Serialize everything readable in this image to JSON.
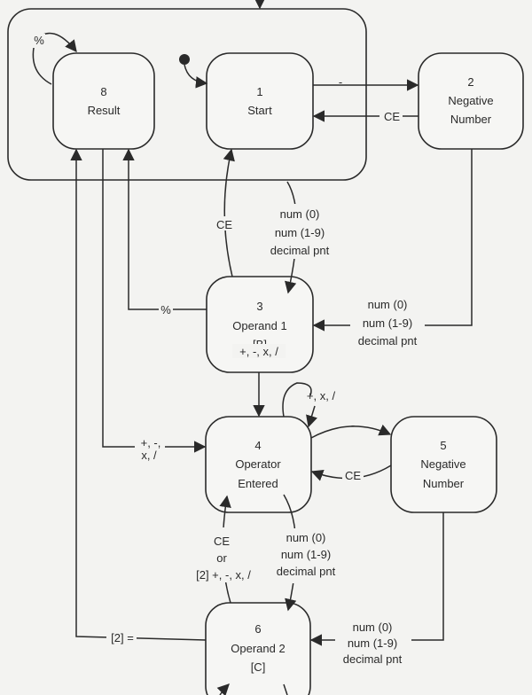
{
  "states": [
    {
      "id": "8",
      "lines": [
        "8",
        "Result"
      ]
    },
    {
      "id": "1",
      "lines": [
        "1",
        "Start"
      ]
    },
    {
      "id": "2",
      "lines": [
        "2",
        "Negative",
        "Number"
      ]
    },
    {
      "id": "3",
      "lines": [
        "3",
        "Operand 1",
        "[B]"
      ]
    },
    {
      "id": "4",
      "lines": [
        "4",
        "Operator",
        "Entered"
      ]
    },
    {
      "id": "5",
      "lines": [
        "5",
        "Negative",
        "Number"
      ]
    },
    {
      "id": "6",
      "lines": [
        "6",
        "Operand 2",
        "[C]"
      ]
    }
  ],
  "transitions": {
    "result_self": "%",
    "start_to_neg": "-",
    "neg_to_start": "CE",
    "op1_to_start": "CE",
    "start_to_op1": [
      "num (0)",
      "num (1-9)",
      "decimal pnt"
    ],
    "op1_to_result": "%",
    "neg_to_op1": [
      "num (0)",
      "num (1-9)",
      "decimal pnt"
    ],
    "op1_to_operator": "+, -, x, /",
    "operator_self": "+, x, /",
    "result_to_operator": [
      "+, -,",
      "x, /"
    ],
    "operator_to_neg": "-",
    "neg2_to_operator": "CE",
    "op2_to_operator": [
      "CE",
      "or",
      "[2] +, -, x, /"
    ],
    "operator_to_op2": [
      "num (0)",
      "num (1-9)",
      "decimal pnt"
    ],
    "neg2_to_op2": [
      "num (0)",
      "num (1-9)",
      "decimal pnt"
    ],
    "op2_to_result": "[2] ="
  }
}
